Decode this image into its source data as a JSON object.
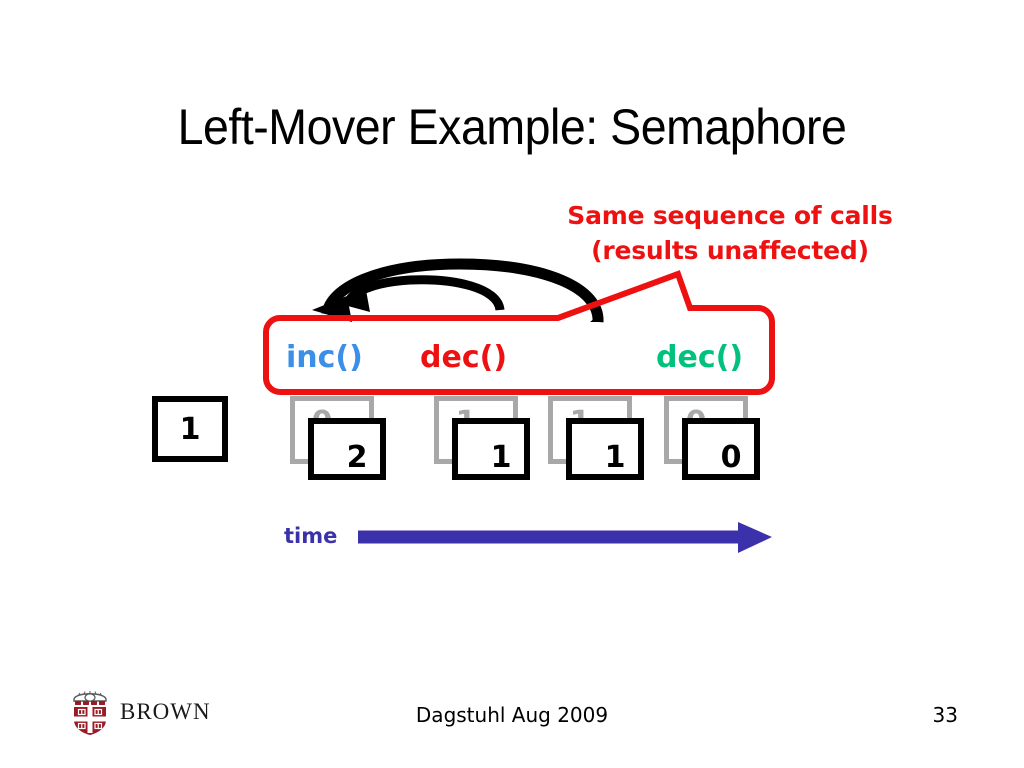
{
  "slide": {
    "title": "Left-Mover Example: Semaphore",
    "page_number": "33",
    "footer_center": "Dagstuhl Aug 2009"
  },
  "annotation": {
    "line1": "Same sequence of calls",
    "line2": "(results unaffected)",
    "color": "#EE1111"
  },
  "calls": [
    {
      "label": "inc()",
      "color": "#3B8FE8",
      "name": "call-inc"
    },
    {
      "label": "dec()",
      "color": "#EE1111",
      "name": "call-dec-red"
    },
    {
      "label": "dec()",
      "color": "#00C27E",
      "name": "call-dec-green"
    }
  ],
  "initial_state": {
    "value": "1"
  },
  "transitions": [
    {
      "old_value": "0",
      "new_value": "2"
    },
    {
      "old_value": "1",
      "new_value": "1"
    },
    {
      "old_value": "1",
      "new_value": "1"
    },
    {
      "old_value": "0",
      "new_value": "0"
    }
  ],
  "timeline": {
    "label": "time",
    "color": "#3B31AA",
    "direction": "right"
  },
  "logo": {
    "wordmark": "BROWN",
    "shield_color": "#9B1B24"
  },
  "icons": {
    "left_mover_arrow_outer": "curved-arrow-left-icon",
    "left_mover_arrow_inner": "curved-arrow-left-icon",
    "time_arrow": "arrow-right-icon",
    "callout": "callout-box-icon",
    "brown_shield": "brown-shield-icon"
  }
}
